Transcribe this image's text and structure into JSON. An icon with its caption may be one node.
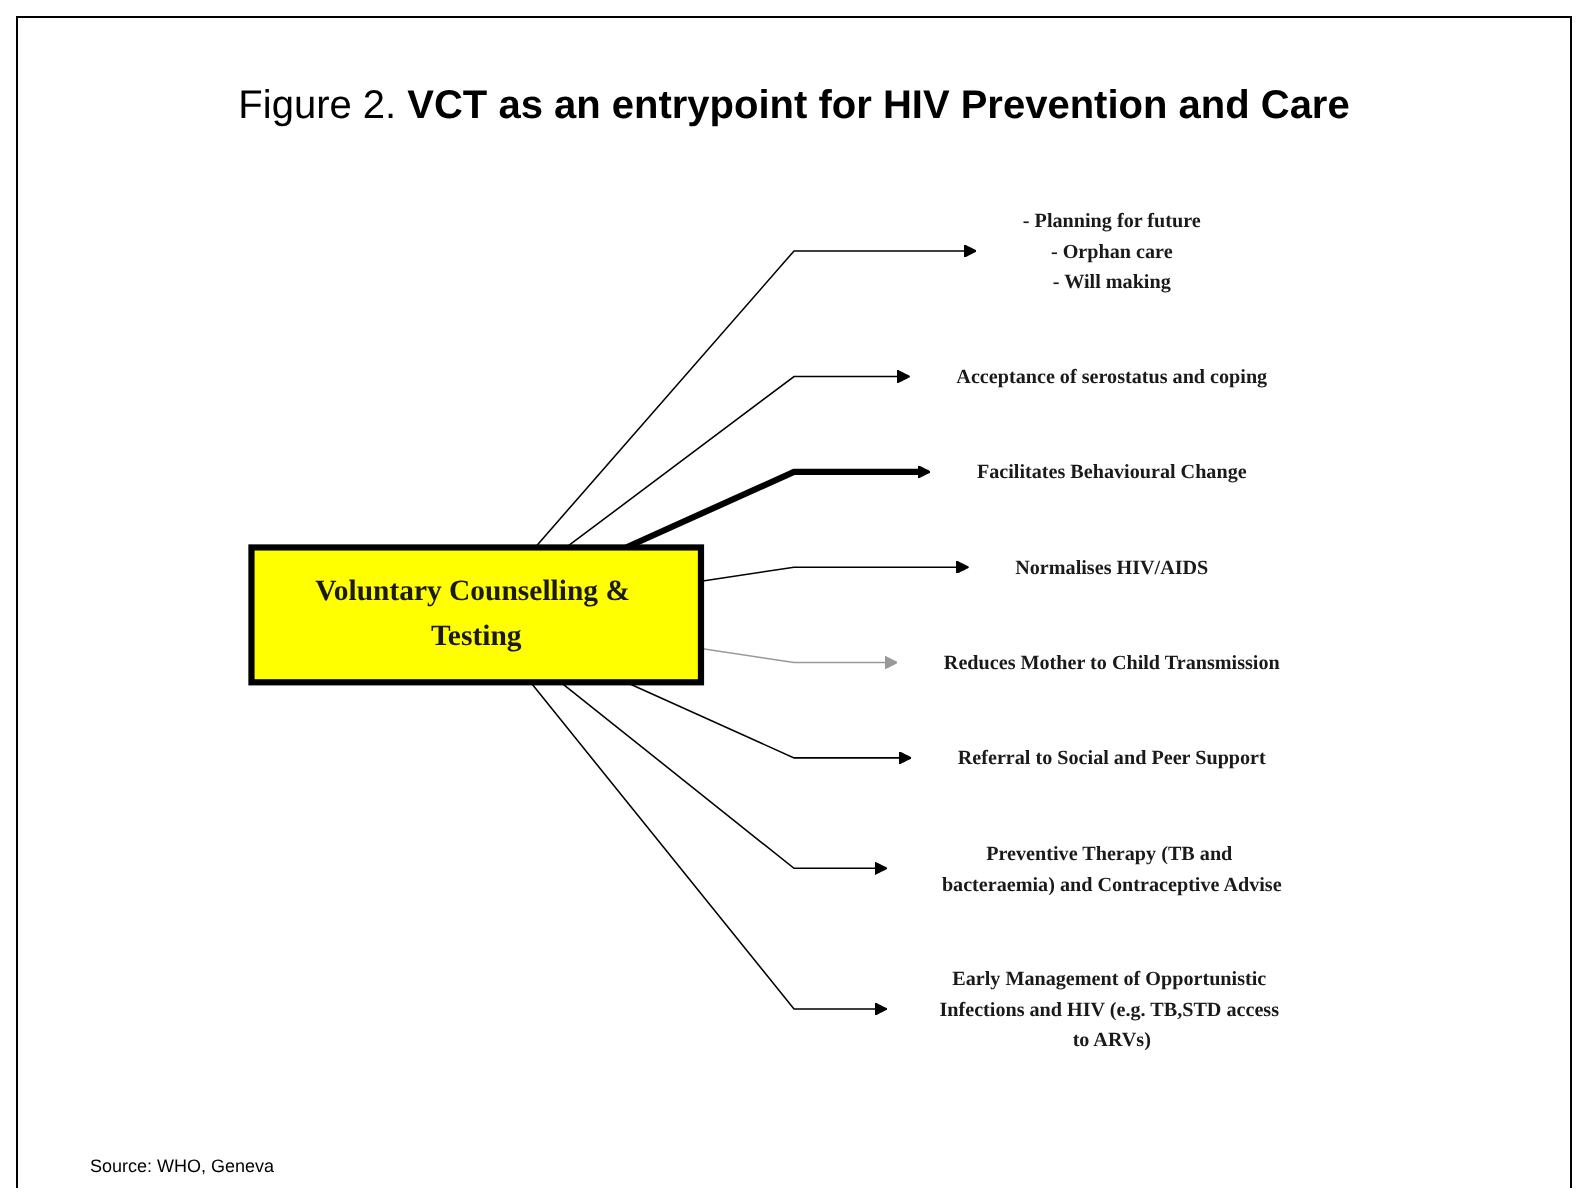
{
  "diagram": {
    "title": "Figure 2. **VCT as an entrypoint for HIV Prevention and Care**",
    "nodes": [
      {
        "text": [
          "Voluntary Counselling & Testing"
        ]
      },
      {
        "text": [
          "- Planning for future",
          "- Orphan care",
          "- Will making"
        ]
      },
      {
        "text": [
          "Acceptance of serostatus and coping"
        ]
      },
      {
        "text": [
          "Facilitates Behavioural Change"
        ]
      },
      {
        "text": [
          "Normalises HIV/AIDS"
        ]
      },
      {
        "text": [
          "Reduces Mother to Child Transmission"
        ]
      },
      {
        "text": [
          "Referral to Social and Peer Support"
        ]
      },
      {
        "text": [
          "Preventive Therapy (TB and bacteraemia) and Contraceptive Advise"
        ]
      },
      {
        "text": [
          "Early Management of Opportunistic Infections and HIV (e.g. TB,STD access to ARVs)"
        ]
      }
    ],
    "edges": [
      {
        "from": 0,
        "to": 1,
        "arrow": "to"
      },
      {
        "from": 0,
        "to": 2,
        "arrow": "to"
      },
      {
        "from": 0,
        "to": 3,
        "arrow": "to",
        "style": "thick"
      },
      {
        "from": 0,
        "to": 4,
        "arrow": "to"
      },
      {
        "from": 0,
        "to": 5,
        "arrow": "to",
        "color": "#999999"
      },
      {
        "from": 0,
        "to": 6,
        "arrow": "to"
      },
      {
        "from": 0,
        "to": 7,
        "arrow": "to"
      },
      {
        "from": 0,
        "to": 8,
        "arrow": "to"
      }
    ],
    "labels": [
      "Source: WHO, Geneva"
    ]
  }
}
